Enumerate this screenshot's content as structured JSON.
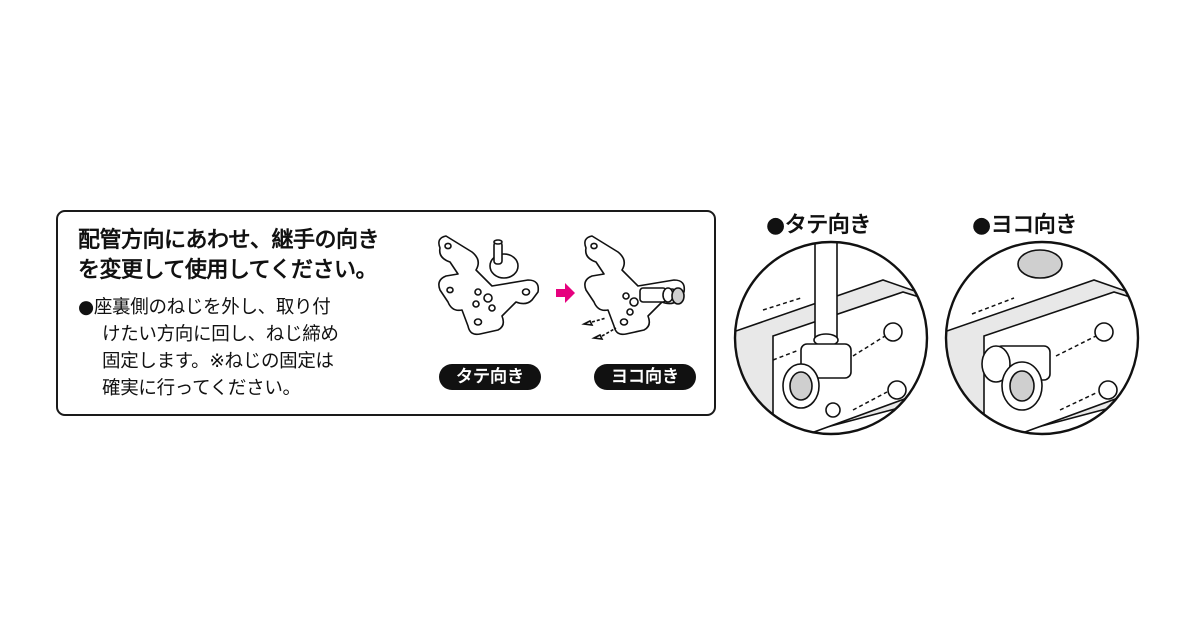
{
  "instruction": {
    "heading_line1": "配管方向にあわせ、継手の向き",
    "heading_line2": "を変更して使用してください。",
    "note_line1": "●座裏側のねじを外し、取り付",
    "note_line2": "けたい方向に回し、ねじ締め",
    "note_line3": "固定します。※ねじの固定は",
    "note_line4": "確実に行ってください。"
  },
  "orientation_tags": {
    "vertical": "タテ向き",
    "horizontal": "ヨコ向き"
  },
  "detail_labels": {
    "vertical": "●タテ向き",
    "horizontal": "●ヨコ向き"
  },
  "colors": {
    "ink": "#111111",
    "arrow_accent": "#e6007e",
    "background": "#ffffff",
    "metal_shade": "#cfcfcf"
  },
  "icons": {
    "change_arrow": "right-arrow-icon"
  }
}
